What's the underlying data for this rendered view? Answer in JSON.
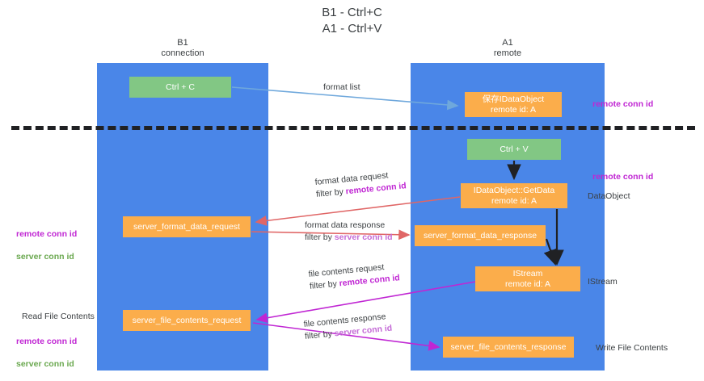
{
  "title": "B1 - Ctrl+C\nA1 - Ctrl+V",
  "lanes": [
    {
      "id": "b1",
      "label": "B1\nconnection",
      "color": "#4a86e8"
    },
    {
      "id": "a1",
      "label": "A1\nremote",
      "color": "#4a86e8"
    }
  ],
  "colors": {
    "lane": "#4a86e8",
    "green_node": "#82c784",
    "orange_node": "#fbad4b",
    "remote_conn_id": "#c026d3",
    "server_conn_id": "#6aa84f",
    "arrow_blue": "#6fa8dc",
    "arrow_red": "#e06666",
    "arrow_magenta": "#c026d3",
    "arrow_black": "#202124",
    "divider": "#202124",
    "text": "#3c4043"
  },
  "nodes": {
    "ctrl_c": "Ctrl + C",
    "save_idataobject": "保存IDataObject\nremote id: A",
    "ctrl_v": "Ctrl + V",
    "getdata": "IDataObject::GetData\nremote id: A",
    "server_format_data_request": "server_format_data_request",
    "server_format_data_response": "server_format_data_response",
    "istream": "IStream\nremote id: A",
    "server_file_contents_request": "server_file_contents_request",
    "server_file_contents_response": "server_file_contents_response"
  },
  "edges": {
    "format_list": "format list",
    "format_data_request": "format data request",
    "format_data_request_filter_prefix": "filter by ",
    "format_data_request_filter_key": "remote conn id",
    "format_data_response": "format data response",
    "format_data_response_filter_prefix": "filter by ",
    "format_data_response_filter_key": "server conn id",
    "file_contents_request": "file contents request",
    "file_contents_request_filter_prefix": "filter by ",
    "file_contents_request_filter_key": "remote conn id",
    "file_contents_response": "file contents response",
    "file_contents_response_filter_prefix": "filter by ",
    "file_contents_response_filter_key": "server conn id"
  },
  "annotations": {
    "right_top_remote_conn_id": "remote conn id",
    "right_mid_remote_conn_id": "remote conn id",
    "right_dataobject": "DataObject",
    "right_istream": "IStream",
    "right_write_file_contents": "Write File Contents",
    "left_ids_line1": "remote conn id",
    "left_ids_line2": "server conn id",
    "left_read_file_contents": "Read File Contents",
    "left_ids2_line1": "remote conn id",
    "left_ids2_line2": "server conn id"
  }
}
